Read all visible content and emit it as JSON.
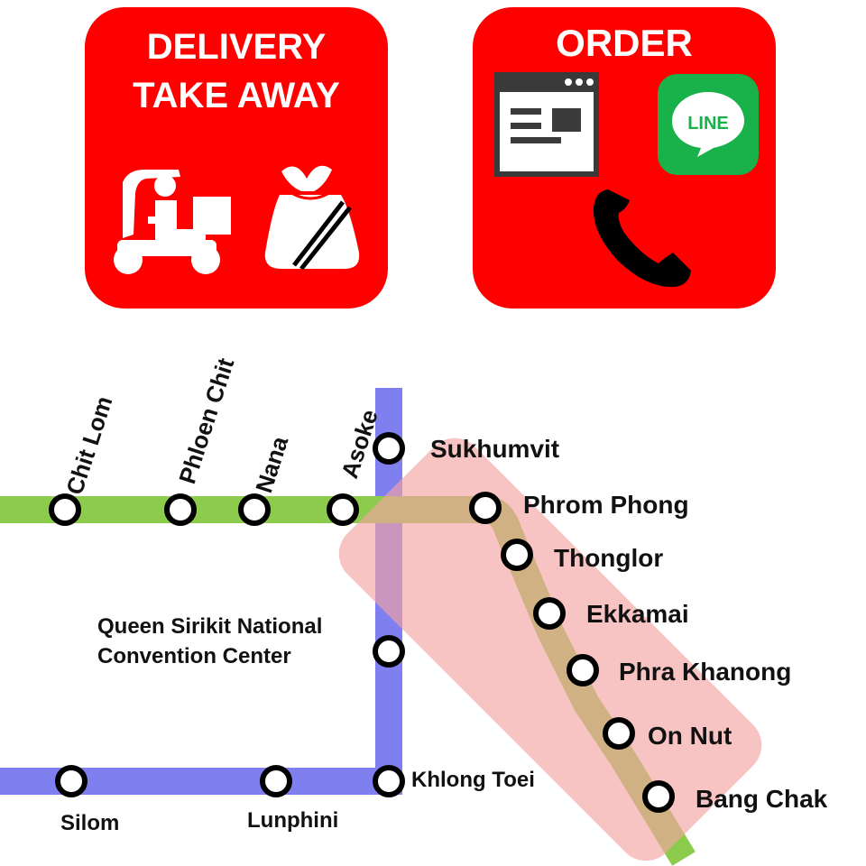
{
  "delivery_tile": {
    "line1": "DELIVERY",
    "line2": "TAKE AWAY",
    "icons": [
      "delivery-scooter-icon",
      "takeaway-bag-chopsticks-icon"
    ],
    "color": "#ff0000"
  },
  "order_tile": {
    "title": "ORDER",
    "icons": [
      "web-page-icon",
      "line-app-icon",
      "phone-handset-icon"
    ],
    "line_badge": "LINE",
    "color": "#ff0000",
    "line_green": "#18b14a"
  },
  "map": {
    "lines": {
      "bts_sukhumvit_color": "#8ccb4b",
      "mrt_blue_color": "#7f7ff0",
      "highlight_color": "#f4a3a3"
    },
    "stations": {
      "chit_lom": "Chit Lom",
      "phloen_chit": "Phloen Chit",
      "nana": "Nana",
      "asoke": "Asoke",
      "sukhumvit": "Sukhumvit",
      "phrom_phong": "Phrom Phong",
      "thonglor": "Thonglor",
      "ekkamai": "Ekkamai",
      "phra_khanong": "Phra Khanong",
      "on_nut": "On Nut",
      "bang_chak": "Bang Chak",
      "qsncc_line1": "Queen Sirikit National",
      "qsncc_line2": "Convention Center",
      "khlong_toei": "Khlong Toei",
      "lumphini": "Lunphini",
      "silom": "Silom"
    }
  }
}
